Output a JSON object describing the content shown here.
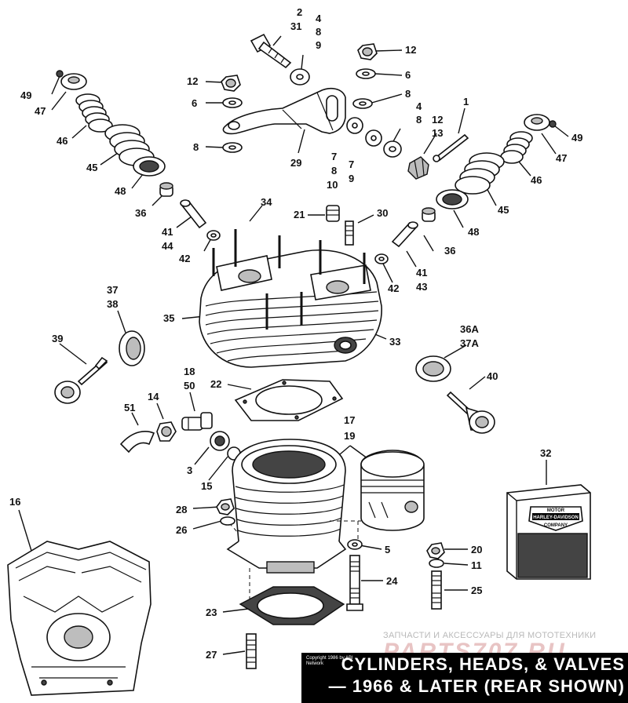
{
  "title": {
    "line1": "CYLINDERS, HEADS, & VALVES",
    "line2": "— 1966 & LATER (REAR SHOWN)"
  },
  "copyright": "Copyright 1986 by ABI Network",
  "watermark": {
    "text": "ЗАПЧАСТИ И АКСЕССУАРЫ ДЛЯ МОТОТЕХНИКИ",
    "logo": "PARTS707.RU"
  },
  "oil_box": {
    "logo_top": "MOTOR",
    "logo_mid": "HARLEY-DAVIDSON",
    "logo_bottom": "COMPANY"
  },
  "callouts": [
    {
      "id": "c2",
      "text": "2"
    },
    {
      "id": "c31",
      "text": "31"
    },
    {
      "id": "c4a",
      "text": "4"
    },
    {
      "id": "c8a",
      "text": "8"
    },
    {
      "id": "c9a",
      "text": "9"
    },
    {
      "id": "c12a",
      "text": "12"
    },
    {
      "id": "c6a",
      "text": "6"
    },
    {
      "id": "c12b",
      "text": "12"
    },
    {
      "id": "c6b",
      "text": "6"
    },
    {
      "id": "c8b",
      "text": "8"
    },
    {
      "id": "c4b",
      "text": "4"
    },
    {
      "id": "c8c",
      "text": "8"
    },
    {
      "id": "c1",
      "text": "1"
    },
    {
      "id": "c12c",
      "text": "12"
    },
    {
      "id": "c13",
      "text": "13"
    },
    {
      "id": "c49a",
      "text": "49"
    },
    {
      "id": "c47a",
      "text": "47"
    },
    {
      "id": "c46a",
      "text": "46"
    },
    {
      "id": "c45a",
      "text": "45"
    },
    {
      "id": "c48a",
      "text": "48"
    },
    {
      "id": "c8d",
      "text": "8"
    },
    {
      "id": "c29",
      "text": "29"
    },
    {
      "id": "c7a",
      "text": "7"
    },
    {
      "id": "c8e",
      "text": "8"
    },
    {
      "id": "c10",
      "text": "10"
    },
    {
      "id": "c7b",
      "text": "7"
    },
    {
      "id": "c9b",
      "text": "9"
    },
    {
      "id": "c49b",
      "text": "49"
    },
    {
      "id": "c47b",
      "text": "47"
    },
    {
      "id": "c46b",
      "text": "46"
    },
    {
      "id": "c45b",
      "text": "45"
    },
    {
      "id": "c48b",
      "text": "48"
    },
    {
      "id": "c36a",
      "text": "36"
    },
    {
      "id": "c34",
      "text": "34"
    },
    {
      "id": "c21",
      "text": "21"
    },
    {
      "id": "c30",
      "text": "30"
    },
    {
      "id": "c41a",
      "text": "41"
    },
    {
      "id": "c44",
      "text": "44"
    },
    {
      "id": "c42a",
      "text": "42"
    },
    {
      "id": "c36b",
      "text": "36"
    },
    {
      "id": "c41b",
      "text": "41"
    },
    {
      "id": "c43",
      "text": "43"
    },
    {
      "id": "c42b",
      "text": "42"
    },
    {
      "id": "c37",
      "text": "37"
    },
    {
      "id": "c38",
      "text": "38"
    },
    {
      "id": "c35",
      "text": "35"
    },
    {
      "id": "c33",
      "text": "33"
    },
    {
      "id": "c39",
      "text": "39"
    },
    {
      "id": "c36A",
      "text": "36A"
    },
    {
      "id": "c37A",
      "text": "37A"
    },
    {
      "id": "c40",
      "text": "40"
    },
    {
      "id": "c18",
      "text": "18"
    },
    {
      "id": "c50",
      "text": "50"
    },
    {
      "id": "c22",
      "text": "22"
    },
    {
      "id": "c51",
      "text": "51"
    },
    {
      "id": "c14",
      "text": "14"
    },
    {
      "id": "c17",
      "text": "17"
    },
    {
      "id": "c19",
      "text": "19"
    },
    {
      "id": "c3",
      "text": "3"
    },
    {
      "id": "c15",
      "text": "15"
    },
    {
      "id": "c32",
      "text": "32"
    },
    {
      "id": "c16",
      "text": "16"
    },
    {
      "id": "c28",
      "text": "28"
    },
    {
      "id": "c26",
      "text": "26"
    },
    {
      "id": "c5",
      "text": "5"
    },
    {
      "id": "c20",
      "text": "20"
    },
    {
      "id": "c11",
      "text": "11"
    },
    {
      "id": "c24",
      "text": "24"
    },
    {
      "id": "c25",
      "text": "25"
    },
    {
      "id": "c23",
      "text": "23"
    },
    {
      "id": "c27",
      "text": "27"
    }
  ]
}
